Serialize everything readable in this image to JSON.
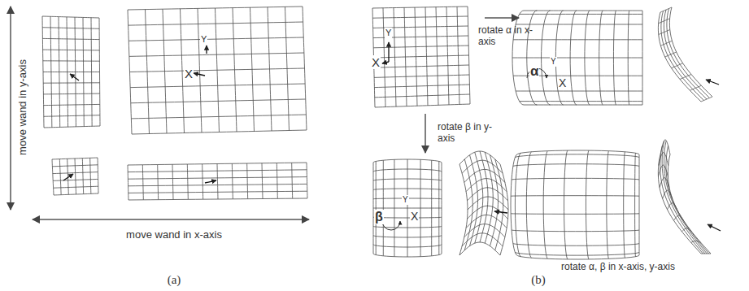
{
  "diagram": {
    "labels": [
      "move wand in y-axis",
      "Y",
      "X",
      "move wand in x-axis",
      "(a)",
      "Y",
      "X",
      "rotate α in x-axis",
      "α",
      "Y",
      "X",
      "rotate β in y-axis",
      "β",
      "Y",
      "X",
      "rotate α, β in x-axis, y-axis",
      "(b)"
    ]
  }
}
